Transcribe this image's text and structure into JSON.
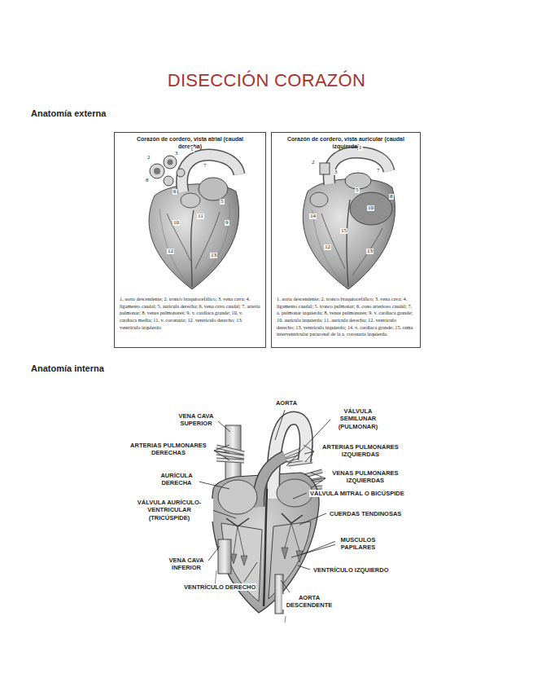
{
  "diagram": {
    "title": "DISECCIÓN CORAZÓN",
    "nodes": [
      {
        "text": [
          "Corazón de cordero, vista atrial (caudal derecha)",
          "1. aorta descendente; 2. tronco braquiocefálico; 3. vena cava; 4. ligamento caudal; 5. aurícula derecha; 6. vena cava caudal; 7. arteria pulmonar; 8. venas pulmonares; 9. v. cardiaca grande; 10. v. cardiaca media; 11. v. coronaria; 12. ventrículo derecho; 13. ventrículo izquierdo"
        ]
      },
      {
        "text": [
          "Corazón de cordero, vista auricular (caudal izquierda)",
          "1. aorta descendente; 2. tronco braquiocefálico; 3. vena cava; 4. ligamento caudal; 5. tronco pulmonar; 6. cono arterioso caudal; 7. a. pulmonar izquierda; 8. venas pulmonares; 9. v. cardiaca grande; 10. aurícula izquierda; 11. aurícula derecha; 12. ventrículo derecho; 13. ventrículo izquierdo; 14. v. cardiaca grande; 15. rama interventricular paraconal de la a. coronaria izquierda."
        ]
      }
    ],
    "labels": [
      "Anatomía externa",
      "Anatomía interna",
      "AORTA",
      "VÁLVULA SEMILUNAR (PULMONAR)",
      "VENA CAVA SUPERIOR",
      "ARTERIAS PULMONARES DERECHAS",
      "ARTERIAS PULMONARES IZQUIERDAS",
      "VENAS PULMONARES IZQUIERDAS",
      "AURÍCULA DERECHA",
      "VÁLVULA MITRAL O BICÚSPIDE",
      "VÁLVULA AURÍCULO-VENTRICULAR (TRICÚSPIDE)",
      "CUERDAS TENDINOSAS",
      "MUSCULOS PAPILARES",
      "VENA CAVA INFERIOR",
      "VENTRÍCULO IZQUIERDO",
      "VENTRÍCULO DERECHO",
      "AORTA DESCENDENTE",
      "1",
      "2",
      "3",
      "5",
      "6",
      "7",
      "8",
      "9",
      "10",
      "11",
      "12",
      "13",
      "1",
      "2",
      "3",
      "5",
      "7",
      "8",
      "10",
      "12",
      "13",
      "14",
      "15"
    ]
  }
}
